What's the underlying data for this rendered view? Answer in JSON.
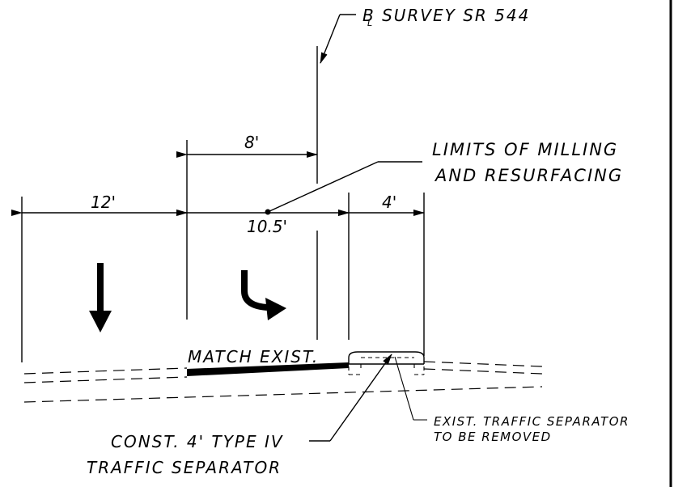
{
  "baseline": {
    "label": "B SURVEY SR 544",
    "symbol": "L"
  },
  "dimensions": {
    "offset_left_of_baseline": "8'",
    "left_lane_width": "12'",
    "turn_lane_width": "10.5'",
    "separator_width": "4'"
  },
  "callouts": {
    "limits_line1": "LIMITS OF MILLING",
    "limits_line2": "AND RESURFACING",
    "match_existing": "MATCH EXIST.",
    "new_separator_line1": "CONST. 4' TYPE IV",
    "new_separator_line2": "TRAFFIC SEPARATOR",
    "existing_separator_line1": "EXIST. TRAFFIC SEPARATOR",
    "existing_separator_line2": "TO BE REMOVED"
  },
  "lane_arrows": [
    {
      "lane": "through",
      "direction": "down"
    },
    {
      "lane": "turn",
      "direction": "down-then-right"
    }
  ]
}
